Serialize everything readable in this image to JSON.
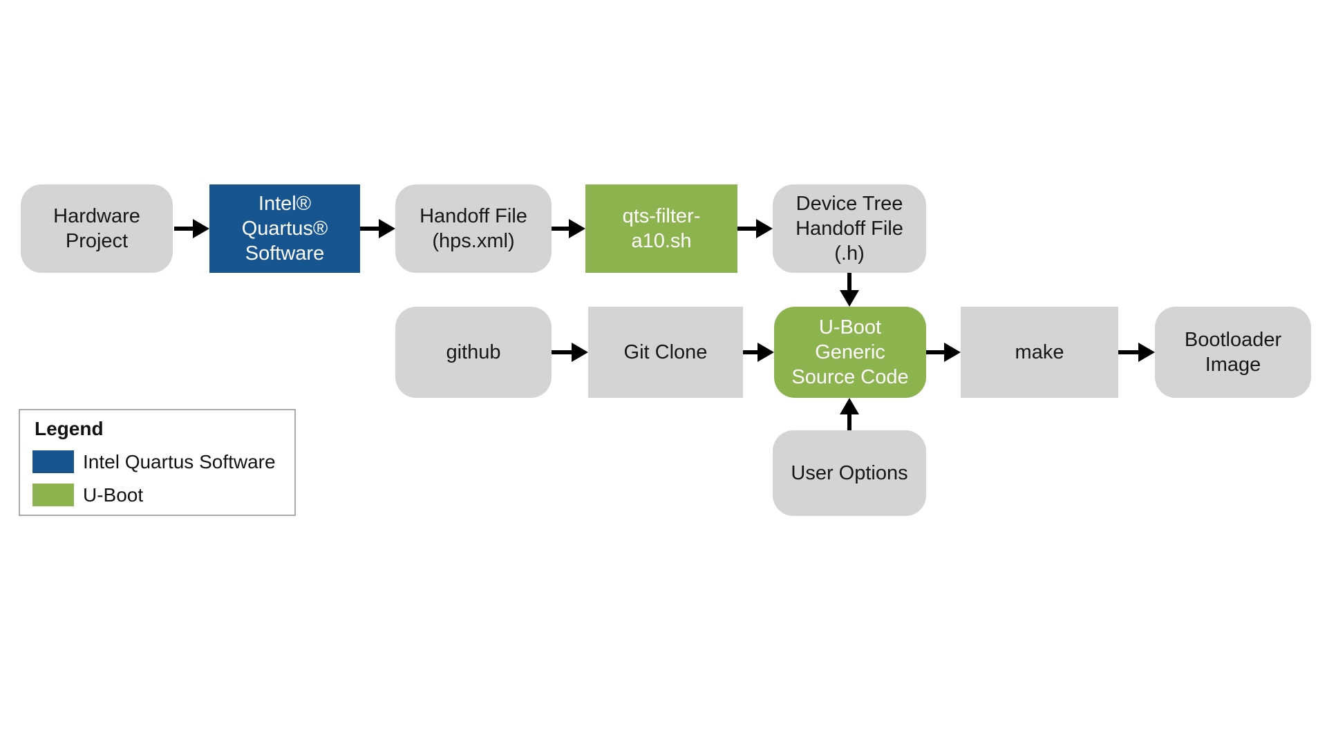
{
  "diagram": {
    "colors": {
      "intel_blue": "#175590",
      "uboot_green": "#8DB34F",
      "box_gray": "#D4D4D4",
      "arrow_black": "#000000",
      "background": "#FFFFFF"
    },
    "nodes": {
      "hardware_project": {
        "label": "Hardware\nProject"
      },
      "intel_quartus_software": {
        "label": "Intel®\nQuartus®\nSoftware"
      },
      "handoff_file": {
        "label": "Handoff File\n(hps.xml)"
      },
      "qts_filter_a10_sh": {
        "label": "qts-filter-\na10.sh"
      },
      "device_tree_handoff_file": {
        "label": "Device Tree\nHandoff File\n(.h)"
      },
      "github": {
        "label": "github"
      },
      "git_clone": {
        "label": "Git Clone"
      },
      "uboot_generic_source_code": {
        "label": "U-Boot\nGeneric\nSource Code"
      },
      "make": {
        "label": "make"
      },
      "bootloader_image": {
        "label": "Bootloader\nImage"
      },
      "user_options": {
        "label": "User Options"
      }
    },
    "edges": [
      {
        "from": "hardware_project",
        "to": "intel_quartus_software"
      },
      {
        "from": "intel_quartus_software",
        "to": "handoff_file"
      },
      {
        "from": "handoff_file",
        "to": "qts_filter_a10_sh"
      },
      {
        "from": "qts_filter_a10_sh",
        "to": "device_tree_handoff_file"
      },
      {
        "from": "device_tree_handoff_file",
        "to": "uboot_generic_source_code"
      },
      {
        "from": "github",
        "to": "git_clone"
      },
      {
        "from": "git_clone",
        "to": "uboot_generic_source_code"
      },
      {
        "from": "uboot_generic_source_code",
        "to": "make"
      },
      {
        "from": "make",
        "to": "bootloader_image"
      },
      {
        "from": "user_options",
        "to": "uboot_generic_source_code"
      }
    ],
    "legend": {
      "title": "Legend",
      "items": [
        {
          "label": "Intel Quartus Software",
          "color": "#175590"
        },
        {
          "label": "U-Boot",
          "color": "#8DB34F"
        }
      ]
    }
  }
}
